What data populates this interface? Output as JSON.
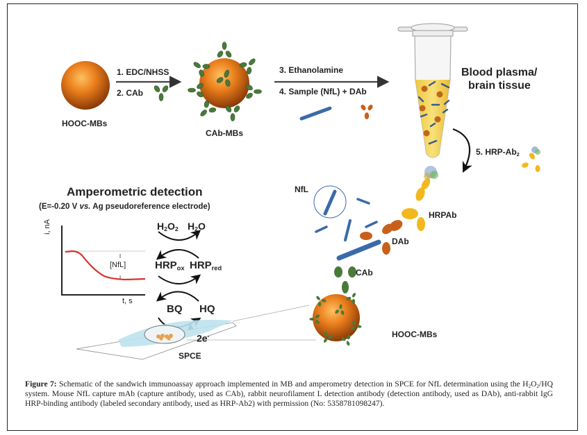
{
  "figure": {
    "step1": "1. EDC/NHSS",
    "step2": "2. CAb",
    "step3": "3. Ethanolamine",
    "step4": "4. Sample (NfL) + DAb",
    "step5_prefix": "5. HRP-Ab",
    "step5_sub": "2",
    "hooc_mbs_label": "HOOC-MBs",
    "cab_mbs_label": "CAb-MBs",
    "sample_label_line1": "Blood plasma/",
    "sample_label_line2": "brain tissue",
    "amperometric_title": "Amperometric detection",
    "amperometric_subtitle_pre": "(E=-0.20 V ",
    "amperometric_subtitle_vs": "vs.",
    "amperometric_subtitle_post": " Ag pseudoreference electrode)",
    "plot": {
      "ylabel": "i, nA",
      "xlabel": "t, s",
      "annotation": "[NfL]"
    },
    "cycle": {
      "h2o2_base": "H",
      "h2o2": [
        "H",
        "2",
        "O",
        "2"
      ],
      "h2o": [
        "H",
        "2",
        "O"
      ],
      "hrp_ox": [
        "HRP",
        "ox"
      ],
      "hrp_red": [
        "HRP",
        "red"
      ],
      "bq": "BQ",
      "hq": "HQ",
      "electrons": [
        "2e",
        "-"
      ]
    },
    "spce_label": "SPCE",
    "complex_labels": {
      "nfl": "NfL",
      "hrpab": "HRPAb",
      "dab": "DAb",
      "cab": "CAb",
      "hooc_mbs": "HOOC-MBs"
    }
  },
  "caption": {
    "label": "Figure 7:",
    "text_part1": " Schematic of the sandwich immunoassay approach implemented in MB and amperometry detection in SPCE for NfL determination using the H",
    "sub1": "2",
    "text_part2": "O",
    "sub2": "2",
    "text_part3": "/HQ system. Mouse NfL capture mAb (capture antibody, used as CAb), rabbit neurofilament L detection antibody (detection antibody, used as DAb), anti-rabbit IgG HRP-binding antibody (labeled secondary antibody, used as HRP-Ab2) with permission (No: 5358781098247)."
  },
  "colors": {
    "bead_orange": "#e07818",
    "cab_green": "#4a7a3a",
    "dab_orange": "#c8601c",
    "hrpab_yellow": "#f2b81e",
    "nfl_blue": "#3a6aa8",
    "trace_red": "#d83030",
    "liquid_yellow": "#f5d65a",
    "electrode_blue": "#bde2ee"
  }
}
